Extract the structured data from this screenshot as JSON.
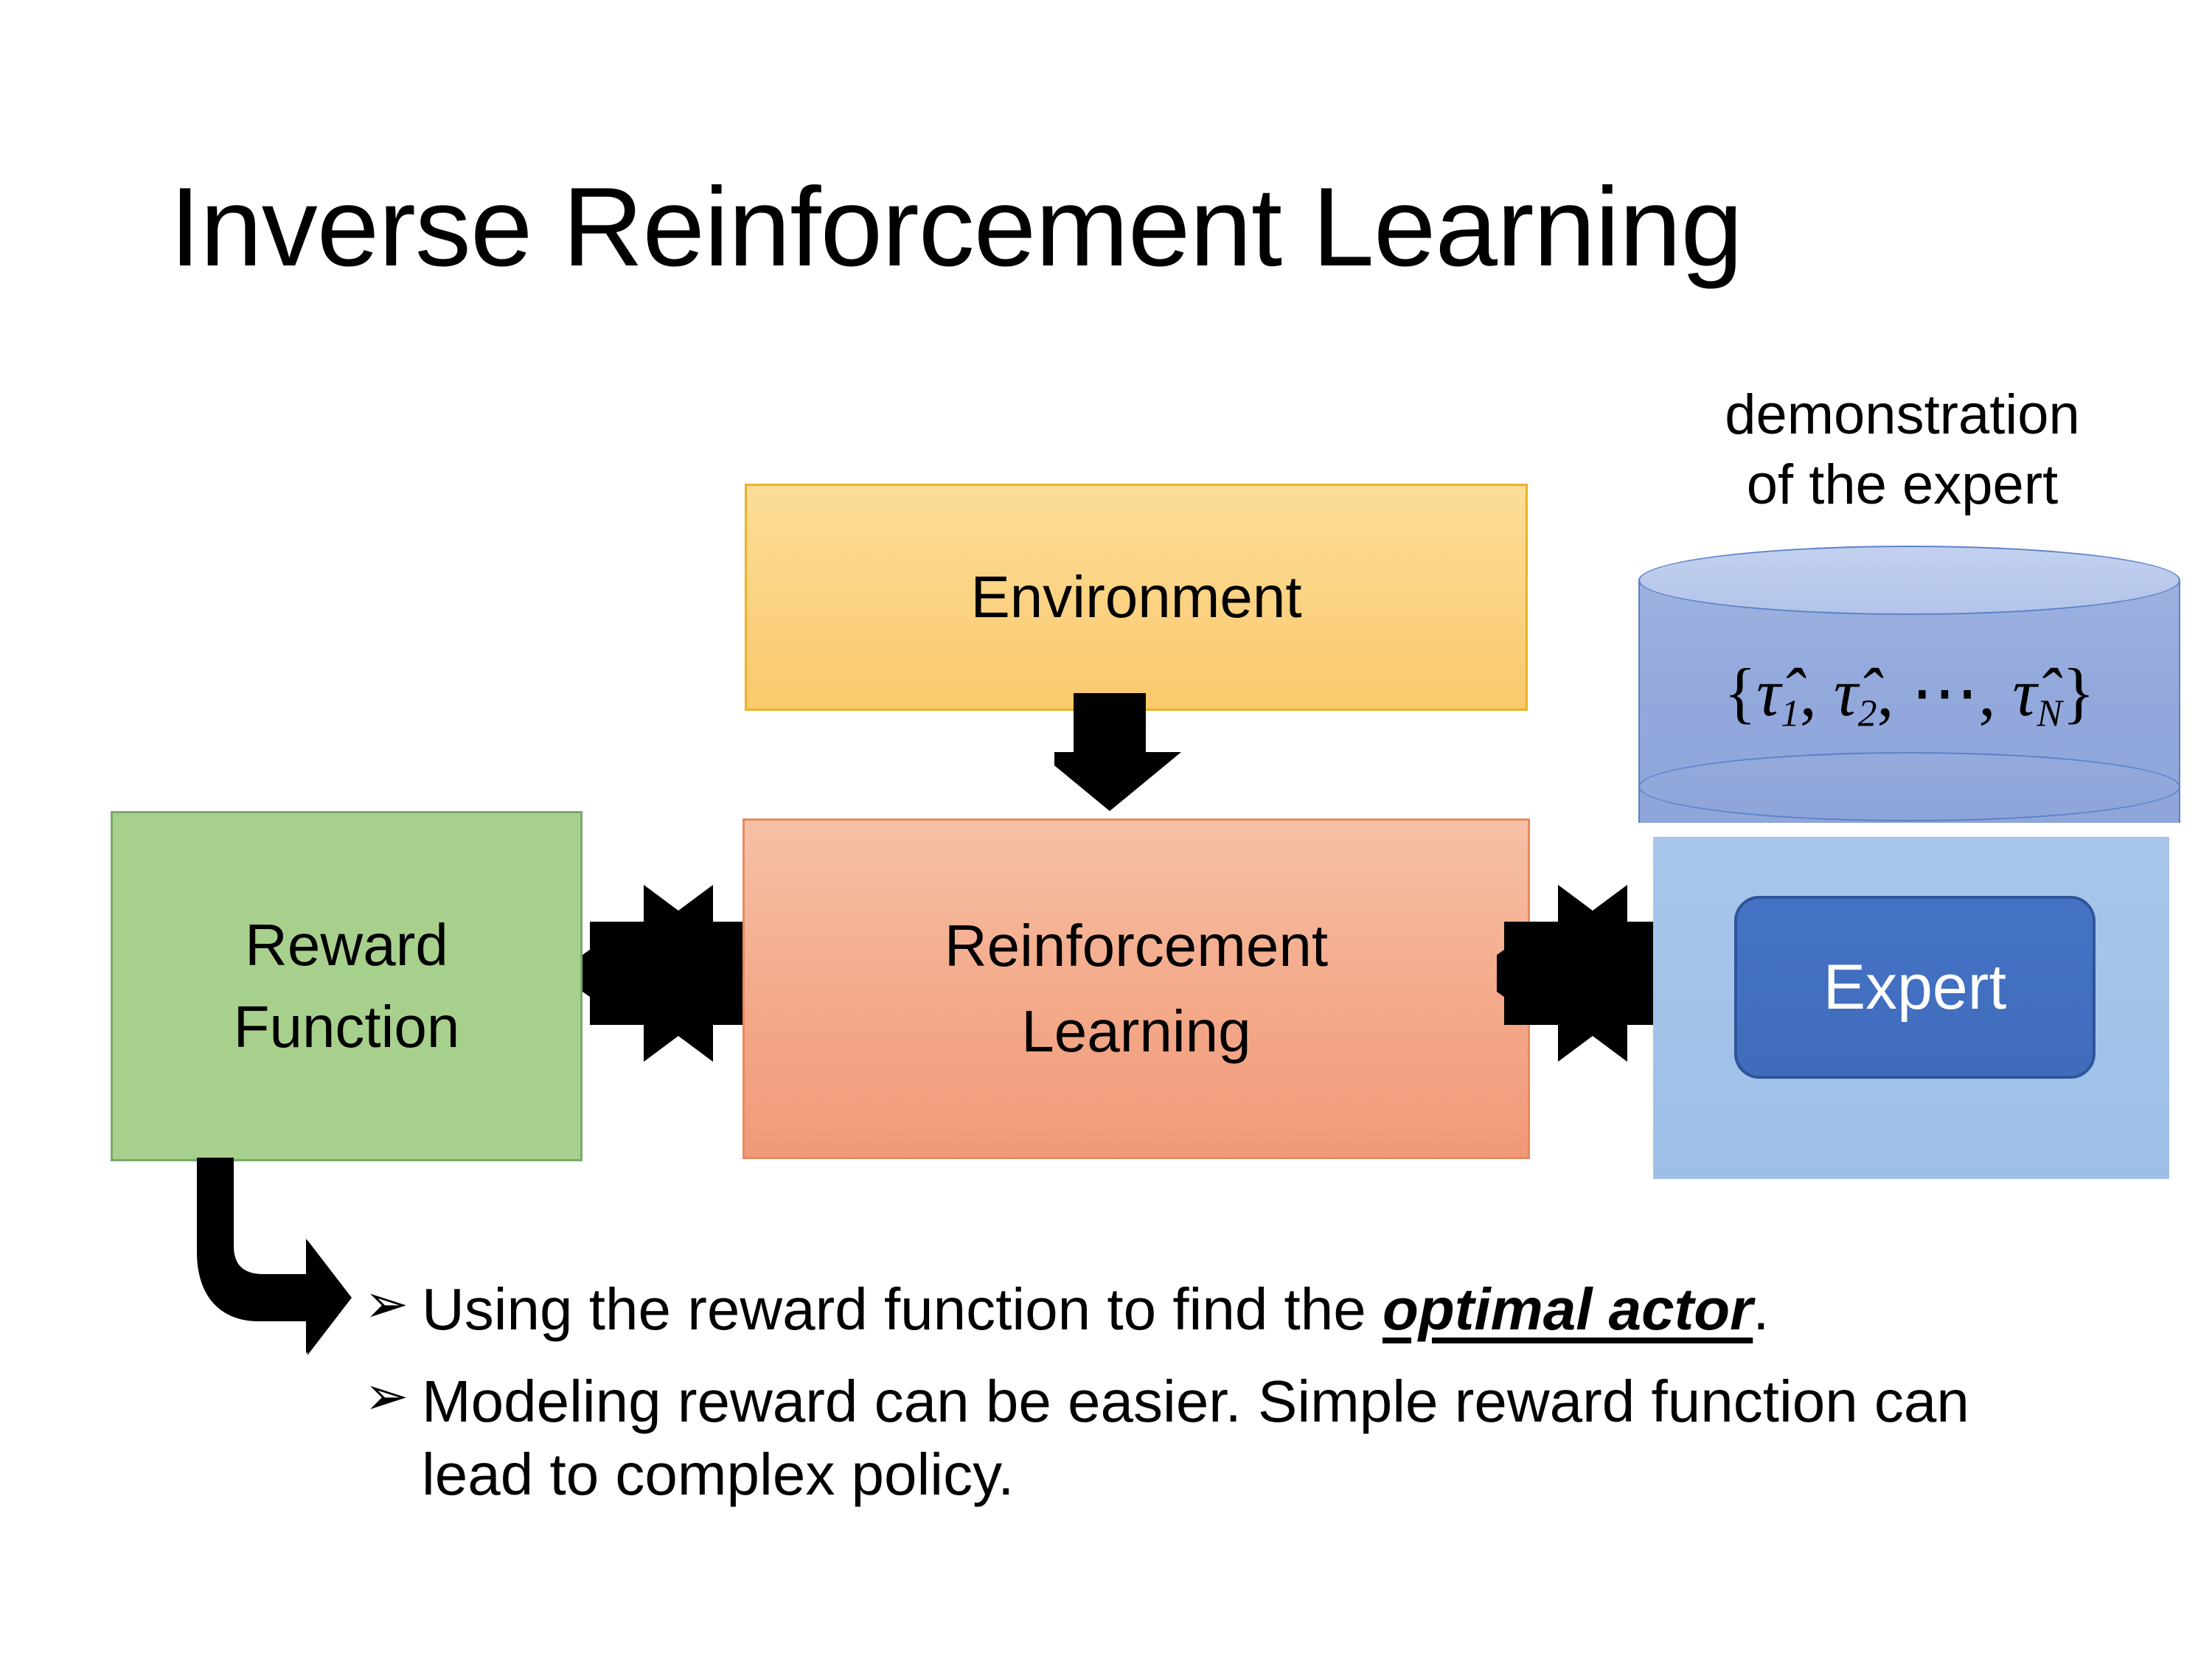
{
  "slide": {
    "title": "Inverse Reinforcement Learning",
    "background_color": "#ffffff"
  },
  "diagram": {
    "environment": {
      "label": "Environment",
      "fill_color": "#fbd281",
      "border_color": "#e8b228"
    },
    "reinforcement_learning": {
      "label_line1": "Reinforcement",
      "label_line2": "Learning",
      "fill_color": "#f4ab8b",
      "border_color": "#e58a5f"
    },
    "reward_function": {
      "label_line1": "Reward",
      "label_line2": "Function",
      "fill_color": "#a8d08d",
      "border_color": "#79a96a"
    },
    "expert_group": {
      "caption_line1": "demonstration",
      "caption_line2": "of the expert",
      "panel_color": "#a8c6ea",
      "cylinder_color": "#93a9dc",
      "cylinder_top_color": "#c3d1ef",
      "cylinder_border_color": "#5b82c9",
      "database_formula": {
        "open_brace": "{",
        "terms": [
          {
            "symbol": "τ̂",
            "subscript": "1"
          },
          {
            "symbol": "τ̂",
            "subscript": "2"
          }
        ],
        "ellipsis": "⋯",
        "last_term": {
          "symbol": "τ̂",
          "subscript": "N"
        },
        "close_brace": "}",
        "plain_text": "{τ̂1, τ̂2, ⋯, τ̂N}"
      },
      "expert_label": "Expert",
      "expert_fill_color": "#4573c4",
      "expert_border_color": "#2e5599",
      "expert_text_color": "#ffffff"
    },
    "connectors": {
      "env_to_rl": "down-arrow",
      "reward_to_rl": "four-way-arrow",
      "rl_to_expert": "four-way-arrow",
      "reward_to_bullets": "bent-elbow-arrow",
      "color": "#000000"
    }
  },
  "bullets": {
    "marker": "➢",
    "items": [
      {
        "prefix": "Using the reward function to find the ",
        "emphasis": "optimal actor",
        "suffix": "."
      },
      {
        "prefix": "Modeling reward can be easier. Simple reward function can lead to complex policy.",
        "emphasis": "",
        "suffix": ""
      }
    ]
  }
}
